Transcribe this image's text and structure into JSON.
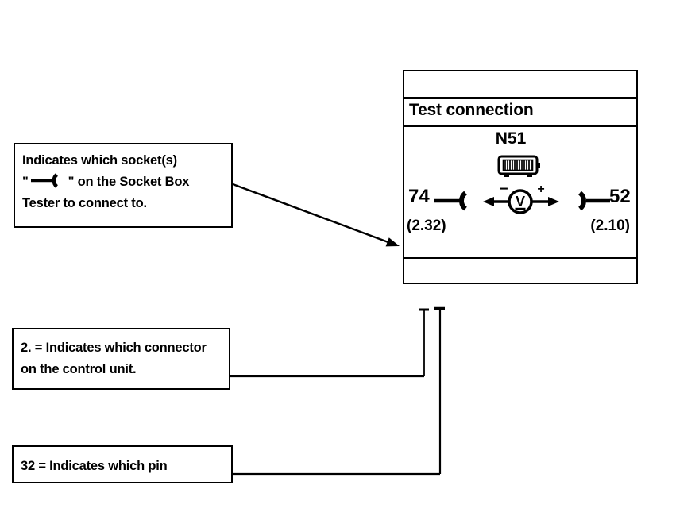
{
  "test_box": {
    "header": "Test connection",
    "unit_label": "N51",
    "left_pin": "74",
    "left_ref": "(2.32)",
    "right_pin": "52",
    "right_ref": "(2.10)",
    "meter_symbol": "V",
    "meter_minus": "−",
    "meter_plus": "+"
  },
  "callouts": {
    "socket": {
      "line1": "Indicates which socket(s)",
      "quote_open": "\"",
      "quote_close": "\"",
      "line2_text": "on the Socket Box",
      "line3": "Tester to connect to."
    },
    "connector": {
      "line1": "2. = Indicates which connector",
      "line2": "on the control unit."
    },
    "pin": {
      "line1": "32 = Indicates which pin"
    }
  },
  "colors": {
    "ink": "#000000",
    "paper": "#ffffff"
  }
}
